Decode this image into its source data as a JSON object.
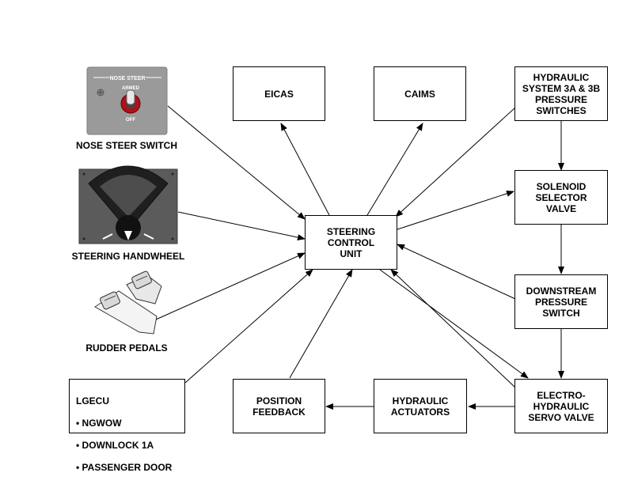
{
  "boxes": {
    "eicas": "EICAS",
    "caims": "CAIMS",
    "hyd_switches": "HYDRAULIC\nSYSTEM 3A & 3B\nPRESSURE\nSWITCHES",
    "steering_unit": "STEERING\nCONTROL\nUNIT",
    "solenoid": "SOLENOID\nSELECTOR\nVALVE",
    "downstream": "DOWNSTREAM\nPRESSURE\nSWITCH",
    "servo": "ELECTRO-\nHYDRAULIC\nSERVO VALVE",
    "actuators": "HYDRAULIC\nACTUATORS",
    "position": "POSITION\nFEEDBACK",
    "lgecu": {
      "title": "LGECU",
      "items": [
        "• NGWOW",
        "• DOWNLOCK 1A",
        "• PASSENGER DOOR"
      ]
    }
  },
  "inputs": {
    "nose_steer_label": "NOSE STEER SWITCH",
    "handwheel_label": "STEERING HANDWHEEL",
    "pedals_label": "RUDDER PEDALS"
  },
  "panel_text": {
    "title": "NOSE STEER",
    "armed": "ARMED",
    "off": "OFF"
  }
}
